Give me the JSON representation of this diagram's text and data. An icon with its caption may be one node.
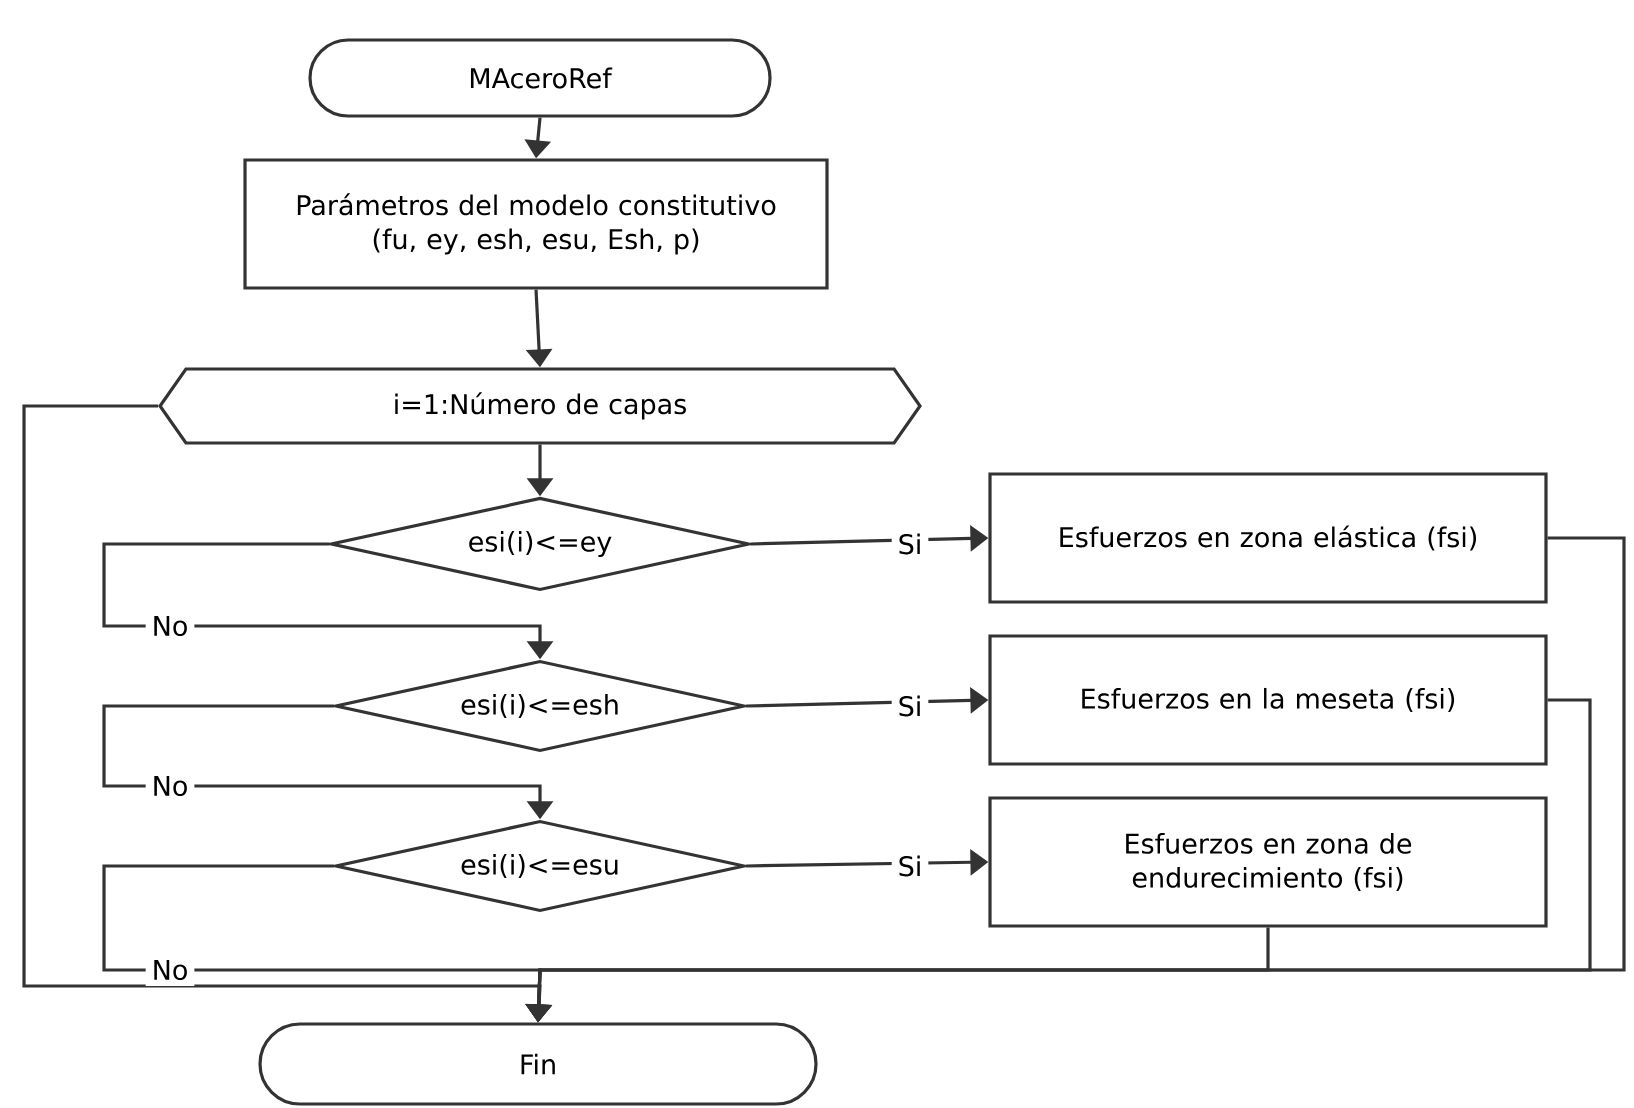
{
  "diagram": {
    "nodes": [
      {
        "text": [
          "MAceroRef"
        ]
      },
      {
        "text": [
          "Parámetros del modelo constitutivo (fu, ey, esh, esu, Esh, p)"
        ]
      },
      {
        "text": [
          "i=1:Número de capas"
        ]
      },
      {
        "text": [
          "esi(i)<=ey"
        ]
      },
      {
        "text": [
          "esi(i)<=esh"
        ]
      },
      {
        "text": [
          "esi(i)<=esu"
        ]
      },
      {
        "text": [
          "Esfuerzos en zona elástica (fsi)"
        ]
      },
      {
        "text": [
          "Esfuerzos en la meseta (fsi)"
        ]
      },
      {
        "text": [
          "Esfuerzos en zona de endurecimiento (fsi)"
        ]
      },
      {
        "text": [
          "Fin"
        ]
      }
    ],
    "edges": [
      {
        "from": 0,
        "to": 1,
        "arrow": "to"
      },
      {
        "from": 1,
        "to": 2,
        "arrow": "to"
      },
      {
        "from": 2,
        "to": 3,
        "arrow": "to"
      },
      {
        "from": 3,
        "to": 6,
        "arrow": "to",
        "label": "Si"
      },
      {
        "from": 3,
        "to": 4,
        "arrow": "to",
        "label": "No"
      },
      {
        "from": 4,
        "to": 7,
        "arrow": "to",
        "label": "Si"
      },
      {
        "from": 4,
        "to": 5,
        "arrow": "to",
        "label": "No"
      },
      {
        "from": 5,
        "to": 8,
        "arrow": "to",
        "label": "Si"
      },
      {
        "from": 5,
        "to": 9,
        "arrow": "to",
        "label": "No"
      },
      {
        "from": 6,
        "to": 9,
        "arrow": "to"
      },
      {
        "from": 7,
        "to": 9,
        "arrow": "to"
      },
      {
        "from": 8,
        "to": 9,
        "arrow": "to"
      },
      {
        "from": 2,
        "to": 9,
        "arrow": "to"
      }
    ]
  }
}
